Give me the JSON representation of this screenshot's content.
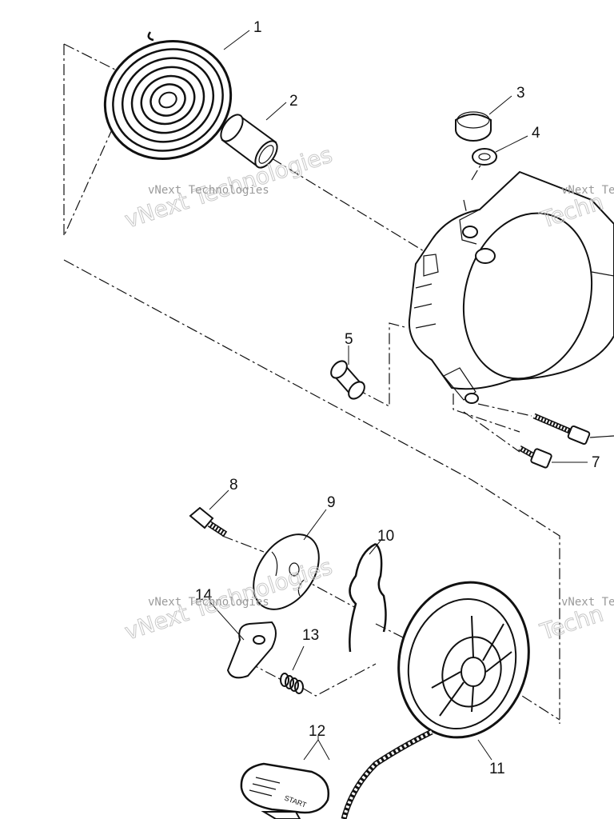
{
  "parts": [
    {
      "number": "1"
    },
    {
      "number": "2"
    },
    {
      "number": "3"
    },
    {
      "number": "4"
    },
    {
      "number": "5"
    },
    {
      "number": "7"
    },
    {
      "number": "8"
    },
    {
      "number": "9"
    },
    {
      "number": "10"
    },
    {
      "number": "11"
    },
    {
      "number": "12"
    },
    {
      "number": "13"
    },
    {
      "number": "14"
    }
  ],
  "watermark": {
    "large": "vNext Technologies",
    "small": "vNext Technologies"
  },
  "handle_text": "START"
}
